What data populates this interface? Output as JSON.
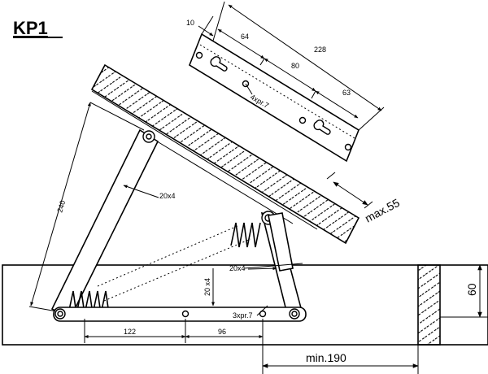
{
  "title": "KP1",
  "dimensions": {
    "top_10": "10",
    "top_64": "64",
    "top_228": "228",
    "top_80": "80",
    "top_63": "63",
    "holes_plate": "4xpr.7",
    "arm_length": "240",
    "arm_section": "20x4",
    "max_55": "max.55",
    "lower_arm_section": "20x4",
    "vertical_20x4": "20 x4",
    "base_holes": "3xpr.7",
    "height_60": "60",
    "bottom_122": "122",
    "bottom_96": "96",
    "min_190": "min.190"
  }
}
